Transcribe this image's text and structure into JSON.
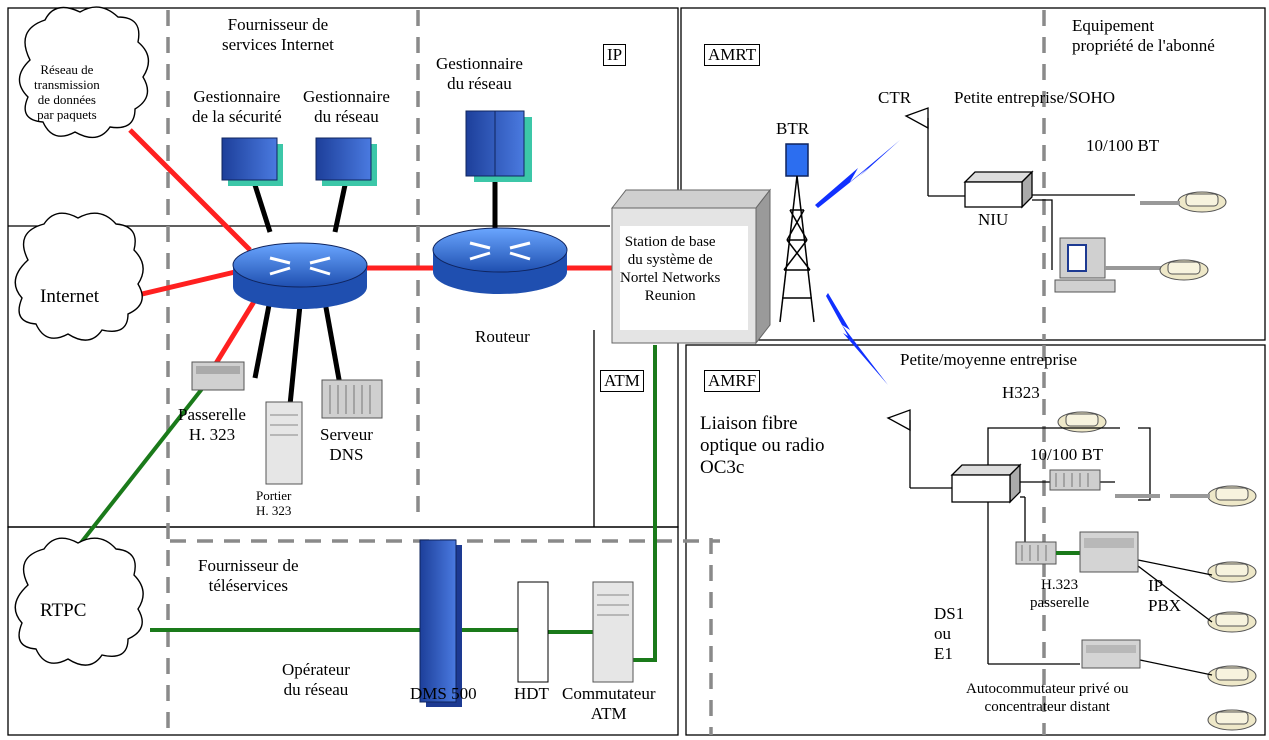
{
  "labels": {
    "fsi": "Fournisseur de\nservices Internet",
    "gest_reseau_top": "Gestionnaire\ndu réseau",
    "gest_securite": "Gestionnaire\nde la sécurité",
    "gest_reseau_left": "Gestionnaire\ndu réseau",
    "reseau_paquets": "Réseau de\ntransmission\nde données\npar paquets",
    "internet": "Internet",
    "rtpc": "RTPC",
    "passerelle": "Passerelle\nH. 323",
    "portier": "Portier\nH. 323",
    "serveur_dns": "Serveur\nDNS",
    "routeur": "Routeur",
    "station": "Station de base\ndu système de\nNortel Networks\nReunion",
    "fourn_teleservices": "Fournisseur de\ntéléservices",
    "operateur": "Opérateur\ndu réseau",
    "dms500": "DMS 500",
    "hdt": "HDT",
    "commutateur": "Commutateur\nATM",
    "btr": "BTR",
    "ctr": "CTR",
    "petite_ent": "Petite entreprise/SOHO",
    "equipement": "Equipement\npropriété de l'abonné",
    "bt_top": "10/100 BT",
    "niu": "NIU",
    "petite_moy": "Petite/moyenne entreprise",
    "h323": "H323",
    "bt_bottom": "10/100 BT",
    "liaison": "Liaison fibre\noptique ou radio\nOC3c",
    "h323_passerelle": "H.323\npasserelle",
    "ip_pbx": "IP\nPBX",
    "ds1": "DS1\nou\nE1",
    "autocom": "Autocommutateur privé ou\nconcentrateur distant"
  },
  "tags": {
    "ip": "IP",
    "amrt": "AMRT",
    "atm": "ATM",
    "amrf": "AMRF"
  },
  "colors": {
    "ip_link": "#ff2020",
    "atm_link": "#1a7a1a",
    "router": "#2f6fd8",
    "server": "#2a52b8",
    "server_side": "#3cc7a8",
    "radio": "#1030ff"
  }
}
